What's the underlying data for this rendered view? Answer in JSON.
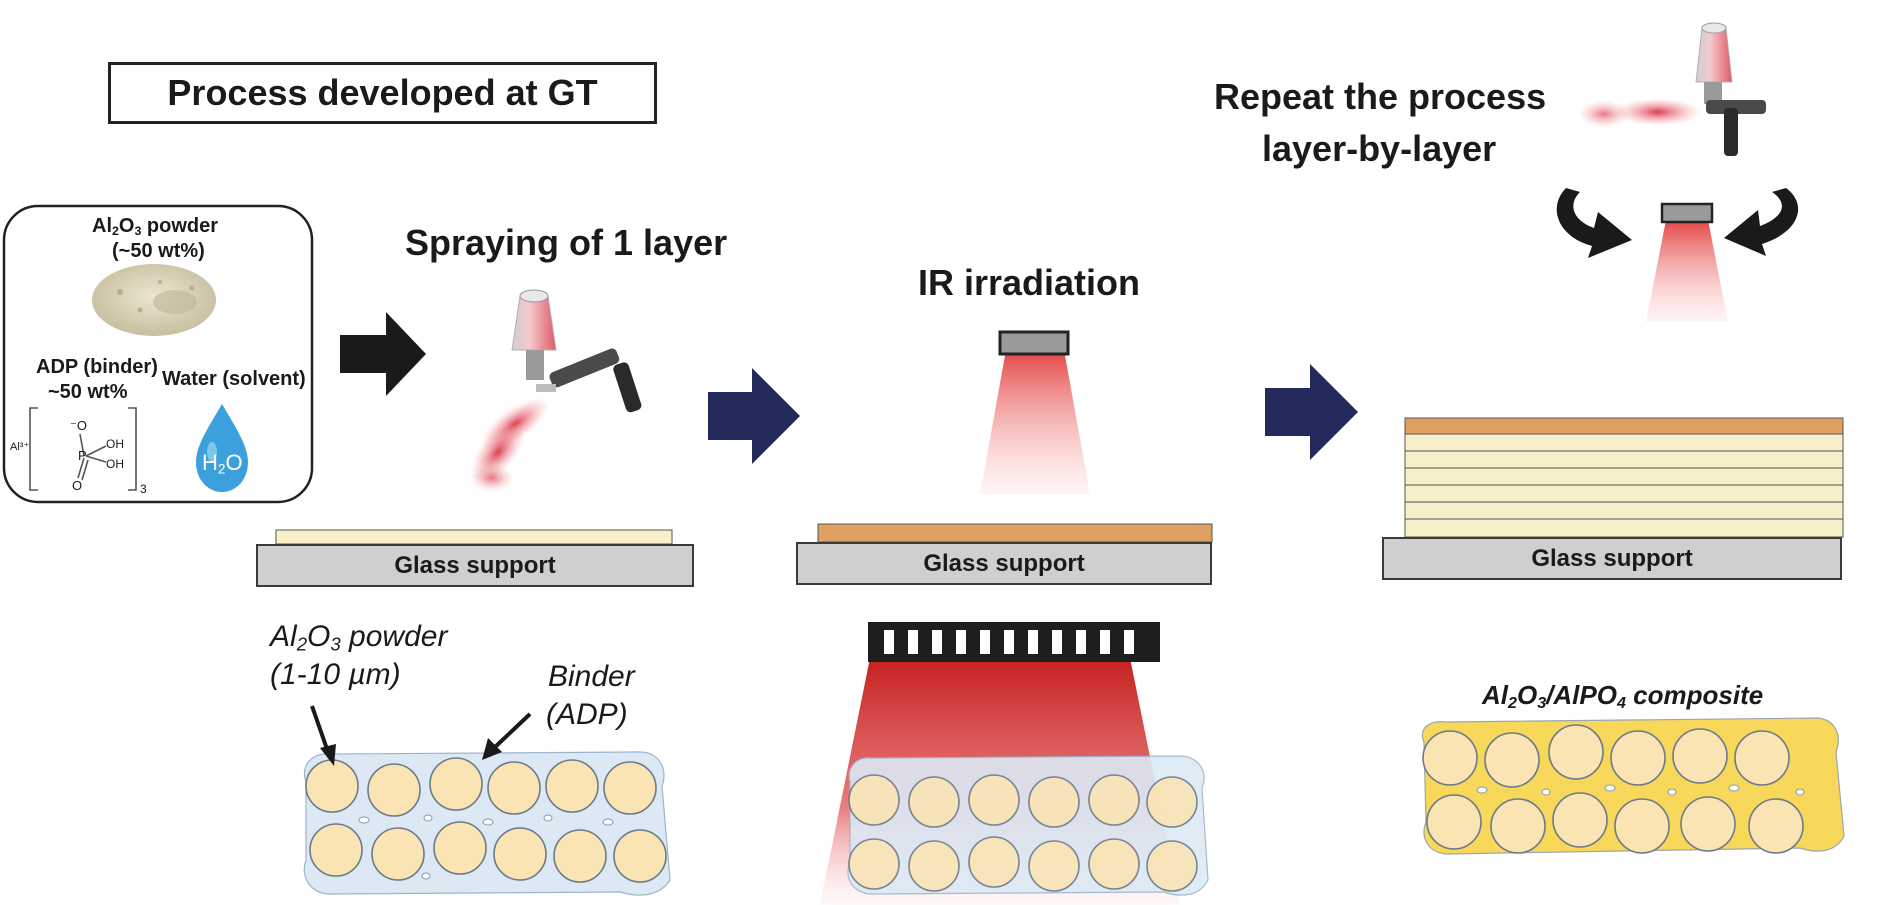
{
  "title": "Process developed at GT",
  "ingredients": {
    "alumina_formula": [
      "Al",
      "2",
      "O",
      "3",
      " powder"
    ],
    "alumina_amount": "(~50 wt%)",
    "binder_label": "ADP (binder)",
    "binder_amount": "~50 wt%",
    "water_label": "Water (solvent)",
    "water_formula": [
      "H",
      "2",
      "O"
    ],
    "molecule_labels": {
      "al": "Al³⁺",
      "o_minus": "⁻O",
      "p": "P",
      "oh1": "OH",
      "oh2": "OH",
      "o": "O",
      "sub3": "3"
    }
  },
  "steps": {
    "spray": "Spraying of 1 layer",
    "ir": "IR irradiation",
    "repeat_line1": "Repeat the process",
    "repeat_line2": "layer-by-layer"
  },
  "glass_label": "Glass support",
  "micro": {
    "powder_formula": [
      "Al",
      "2",
      "O",
      "3",
      " powder"
    ],
    "powder_size": "(1-10 µm)",
    "binder_line1": "Binder",
    "binder_line2": "(ADP)",
    "composite_parts": [
      "Al",
      "2",
      "O",
      "3",
      "/AlPO",
      "4",
      " composite"
    ]
  },
  "colors": {
    "navy_arrow": "#252a5c",
    "black_arrow": "#1a1a1a",
    "wet_layer": "#f7f0c8",
    "cured_layer": "#e0a064",
    "particle": "#fbe4b4",
    "binder_blue": "#dce9f5",
    "composite_yellow": "#f7d85a",
    "ir_red": "#d22a2a",
    "water_blue": "#3ca0dc"
  }
}
